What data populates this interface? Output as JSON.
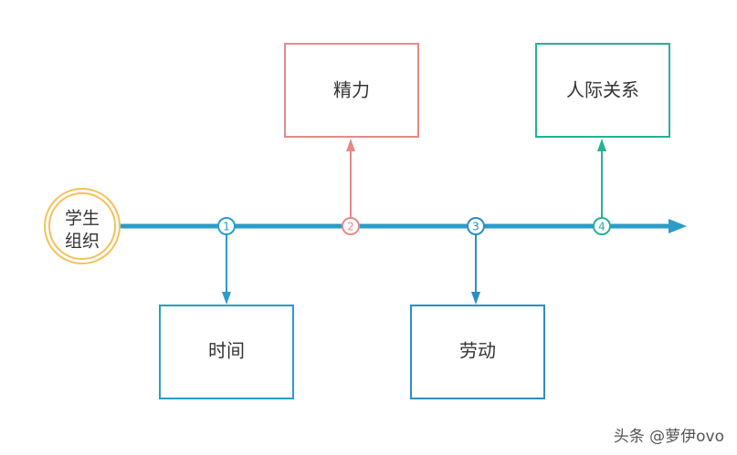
{
  "origin": {
    "line1": "学生",
    "line2": "组织",
    "color": "#f5c15a"
  },
  "axis_color": "#2b9cc7",
  "nodes": [
    {
      "num": "1",
      "label": "时间",
      "side": "below",
      "color": "#2b9cc7"
    },
    {
      "num": "2",
      "label": "精力",
      "side": "above",
      "color": "#e48a88"
    },
    {
      "num": "3",
      "label": "劳动",
      "side": "below",
      "color": "#2b8ec2"
    },
    {
      "num": "4",
      "label": "人际关系",
      "side": "above",
      "color": "#27b196"
    }
  ],
  "watermark": "头条 @萝伊ovo"
}
